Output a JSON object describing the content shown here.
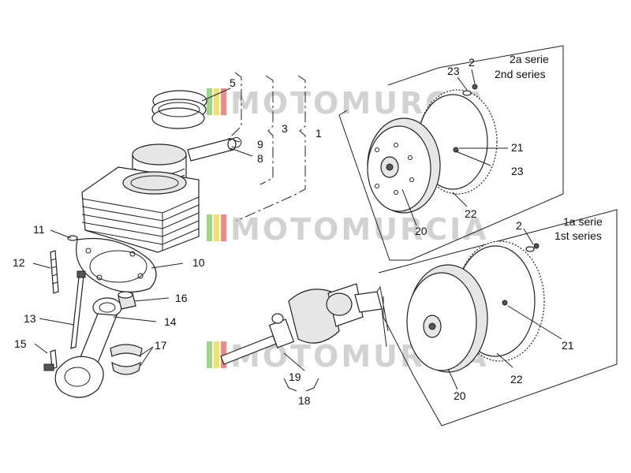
{
  "diagram": {
    "callouts": {
      "c1": "1",
      "c2_top": "2",
      "c2_bottom": "2",
      "c3": "3",
      "c5": "5",
      "c8": "8",
      "c9": "9",
      "c10": "10",
      "c11": "11",
      "c12": "12",
      "c13": "13",
      "c14": "14",
      "c15": "15",
      "c16": "16",
      "c17": "17",
      "c18": "18",
      "c19": "19",
      "c20_top": "20",
      "c20_bottom": "20",
      "c21_top": "21",
      "c21_bottom": "21",
      "c22_top": "22",
      "c22_bottom": "22",
      "c23_top": "23",
      "c23_mid": "23"
    },
    "series_boxes": {
      "second": {
        "line1": "2a serie",
        "line2": "2nd series"
      },
      "first": {
        "line1": "1a serie",
        "line2": "1st series"
      }
    },
    "watermark": {
      "text": "MOTOMURCIA",
      "colors": {
        "green": "#9fd68a",
        "yellow": "#f3e26a",
        "red": "#ee8a8a"
      }
    }
  }
}
